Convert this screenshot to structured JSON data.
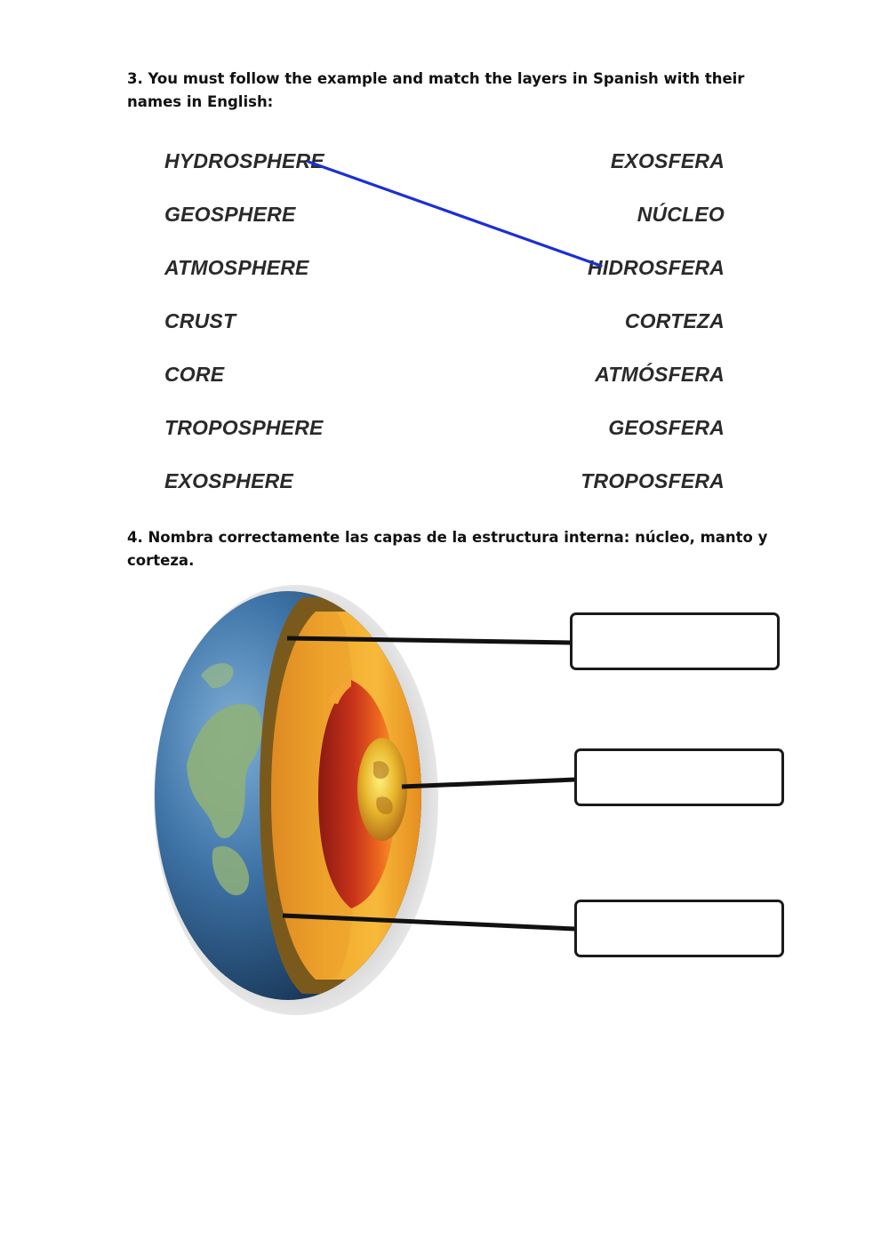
{
  "exercise3": {
    "instruction": "3. You must follow the example and match the layers in Spanish with their names in English:",
    "english_terms": [
      "HYDROSPHERE",
      "GEOSPHERE",
      "ATMOSPHERE",
      "CRUST",
      "CORE",
      "TROPOSPHERE",
      "EXOSPHERE"
    ],
    "spanish_terms": [
      "EXOSFERA",
      "NÚCLEO",
      "HIDROSFERA",
      "CORTEZA",
      "ATMÓSFERA",
      "GEOSFERA",
      "TROPOSFERA"
    ],
    "example_line_color": "#1a2fd6"
  },
  "exercise4": {
    "instruction": "4. Nombra correctamente las capas de la estructura interna: núcleo, manto y corteza.",
    "image": "earth-cross-section",
    "answer_boxes": [
      "",
      "",
      ""
    ]
  }
}
